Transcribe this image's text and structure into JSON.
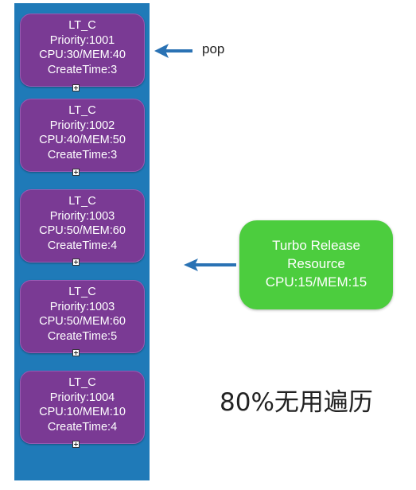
{
  "colors": {
    "queue_background": "#1f7ab8",
    "task_card": "#7a3a94",
    "release_box": "#4ccd3e",
    "arrow": "#2a72b4"
  },
  "tasks": [
    {
      "name": "LT_C",
      "priority": "Priority:1001",
      "resources": "CPU:30/MEM:40",
      "create_time": "CreateTime:3"
    },
    {
      "name": "LT_C",
      "priority": "Priority:1002",
      "resources": "CPU:40/MEM:50",
      "create_time": "CreateTime:3"
    },
    {
      "name": "LT_C",
      "priority": "Priority:1003",
      "resources": "CPU:50/MEM:60",
      "create_time": "CreateTime:4"
    },
    {
      "name": "LT_C",
      "priority": "Priority:1003",
      "resources": "CPU:50/MEM:60",
      "create_time": "CreateTime:5"
    },
    {
      "name": "LT_C",
      "priority": "Priority:1004",
      "resources": "CPU:10/MEM:10",
      "create_time": "CreateTime:4"
    }
  ],
  "pop_label": "pop",
  "release": {
    "line1": "Turbo Release",
    "line2": "Resource",
    "line3": "CPU:15/MEM:15"
  },
  "summary": "80%无用遍历"
}
